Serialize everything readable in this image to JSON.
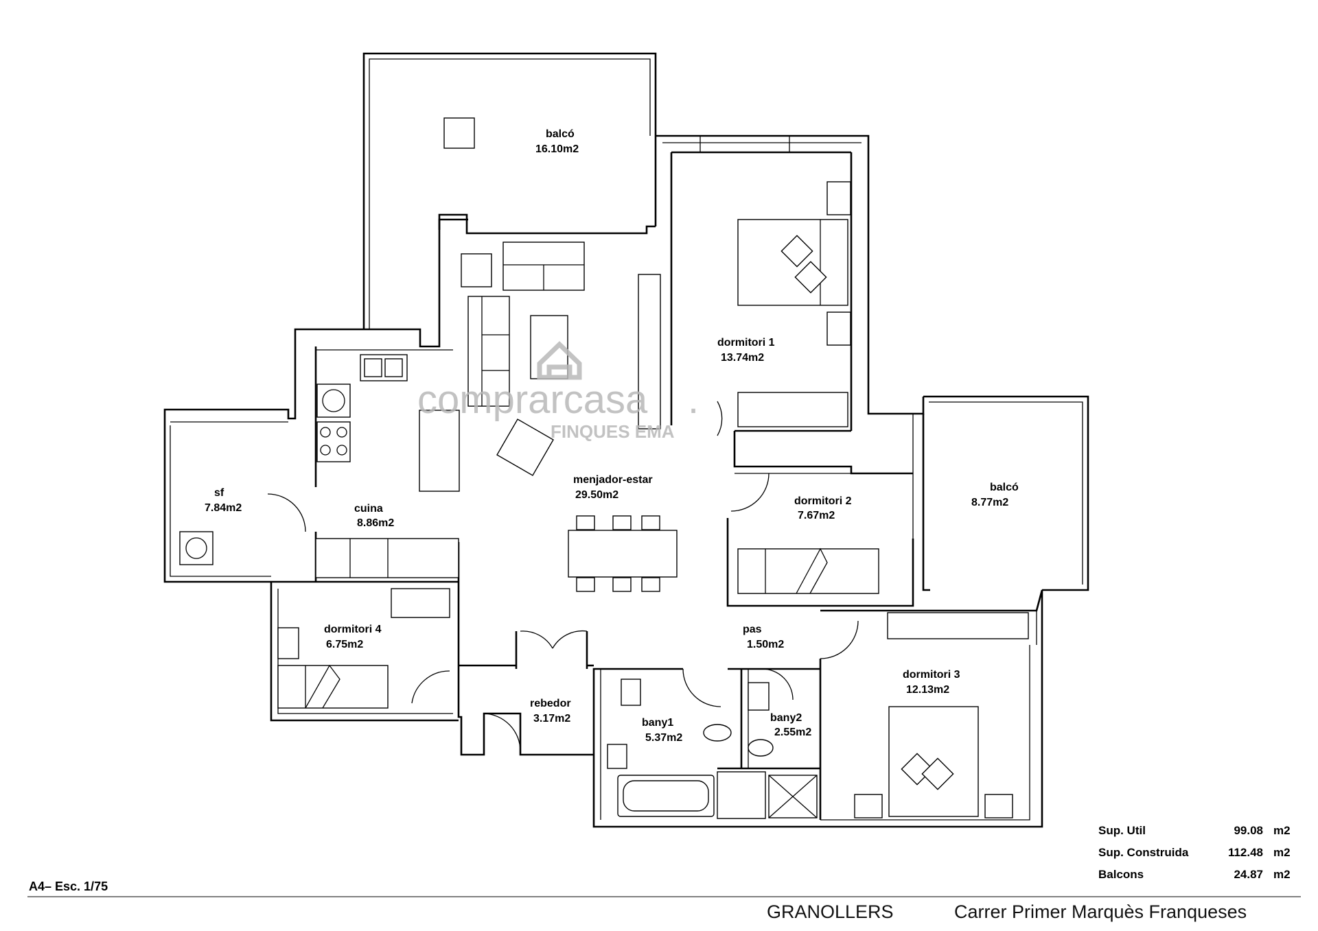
{
  "rooms": [
    {
      "id": "balco-top",
      "name": "balcó",
      "area": "16.10m2"
    },
    {
      "id": "dormitori-1",
      "name": "dormitori  1",
      "area": "13.74m2"
    },
    {
      "id": "menjador",
      "name": "menjador-estar",
      "area": "29.50m2"
    },
    {
      "id": "dormitori-2",
      "name": "dormitori  2",
      "area": "7.67m2"
    },
    {
      "id": "balco-right",
      "name": "balcó",
      "area": "8.77m2"
    },
    {
      "id": "sf",
      "name": "sf",
      "area": "7.84m2"
    },
    {
      "id": "cuina",
      "name": "cuina",
      "area": "8.86m2"
    },
    {
      "id": "dormitori-4",
      "name": "dormitori  4",
      "area": "6.75m2"
    },
    {
      "id": "pas",
      "name": "pas",
      "area": "1.50m2"
    },
    {
      "id": "dormitori-3",
      "name": "dormitori  3",
      "area": "12.13m2"
    },
    {
      "id": "rebedor",
      "name": "rebedor",
      "area": "3.17m2"
    },
    {
      "id": "bany1",
      "name": "bany1",
      "area": "5.37m2"
    },
    {
      "id": "bany2",
      "name": "bany2",
      "area": "2.55m2"
    }
  ],
  "surfaces": [
    {
      "label": "Sup.  Util",
      "value": "99.08",
      "unit": "m2"
    },
    {
      "label": "Sup.  Construida",
      "value": "112.48",
      "unit": "m2"
    },
    {
      "label": "Balcons",
      "value": "24.87",
      "unit": "m2"
    }
  ],
  "scale": "A4–  Esc.  1/75",
  "footer": {
    "city": "GRANOLLERS",
    "address": "Carrer Primer Marquès Franqueses"
  },
  "watermark": {
    "brand": "comprarcasa",
    "dot": ".",
    "sub": "FINQUES EMA"
  }
}
